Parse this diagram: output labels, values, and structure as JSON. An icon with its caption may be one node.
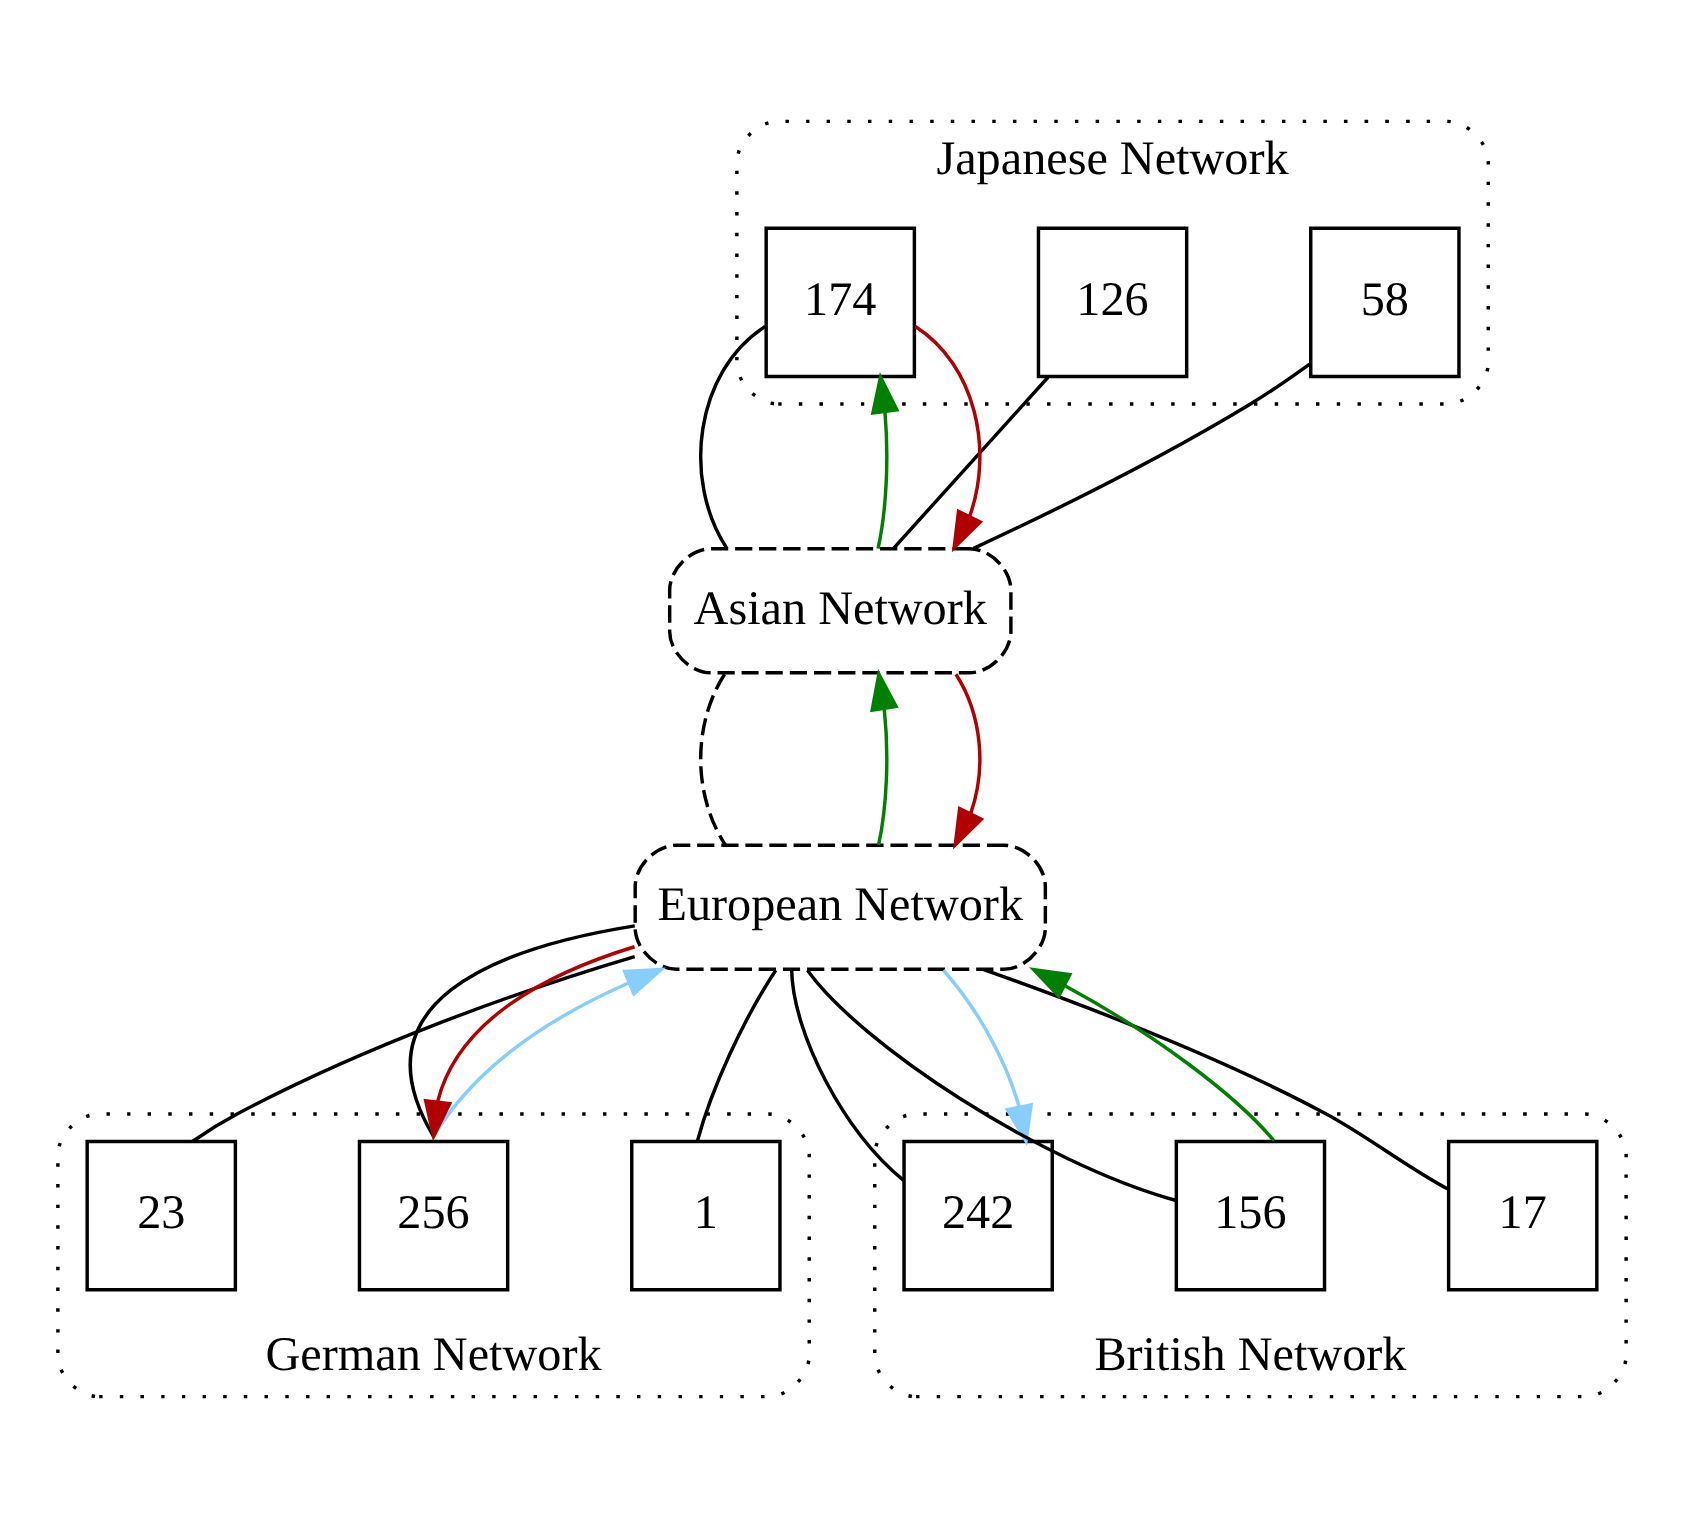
{
  "diagram": {
    "nodes": [
      {
        "text": [
          "Japanese Network"
        ]
      },
      {
        "text": [
          "58"
        ],
        "in": 0
      },
      {
        "text": [
          "126"
        ],
        "in": 0
      },
      {
        "text": [
          "174"
        ],
        "in": 0
      },
      {
        "text": [
          "German Network"
        ]
      },
      {
        "text": [
          "1"
        ],
        "in": 4
      },
      {
        "text": [
          "256"
        ],
        "in": 4
      },
      {
        "text": [
          "23"
        ],
        "in": 4
      },
      {
        "text": [
          "Asian Network"
        ]
      },
      {
        "text": [
          "European Network"
        ]
      },
      {
        "text": [
          "British Network"
        ]
      },
      {
        "text": [
          "17"
        ],
        "in": 10
      },
      {
        "text": [
          "156"
        ],
        "in": 10
      },
      {
        "text": [
          "242"
        ],
        "in": 10
      }
    ],
    "edges": [
      {
        "from": 1,
        "to": 8,
        "arrow": "none"
      },
      {
        "from": 2,
        "to": 8,
        "arrow": "none"
      },
      {
        "from": 3,
        "to": 8,
        "arrow": "none"
      },
      {
        "from": 5,
        "to": 9,
        "arrow": "none"
      },
      {
        "from": 6,
        "to": 9,
        "arrow": "none"
      },
      {
        "from": 7,
        "to": 9,
        "arrow": "none"
      },
      {
        "from": 11,
        "to": 9,
        "arrow": "none"
      },
      {
        "from": 12,
        "to": 9,
        "arrow": "none"
      },
      {
        "from": 13,
        "to": 9,
        "arrow": "none"
      },
      {
        "from": 8,
        "to": 9,
        "arrow": "none",
        "style": "dashed"
      },
      {
        "from": 12,
        "to": 9,
        "arrow": "to",
        "color": "#008000"
      },
      {
        "from": 9,
        "to": 8,
        "arrow": "to",
        "color": "#008000"
      },
      {
        "from": 8,
        "to": 3,
        "arrow": "to",
        "color": "#008000"
      },
      {
        "from": 3,
        "to": 8,
        "arrow": "to",
        "color": "#b00000"
      },
      {
        "from": 8,
        "to": 9,
        "arrow": "to",
        "color": "#b00000"
      },
      {
        "from": 9,
        "to": 6,
        "arrow": "to",
        "color": "#b00000"
      },
      {
        "from": 6,
        "to": 9,
        "arrow": "to",
        "color": "#87cefa"
      },
      {
        "from": 9,
        "to": 13,
        "arrow": "to",
        "color": "#87cefa"
      }
    ]
  }
}
